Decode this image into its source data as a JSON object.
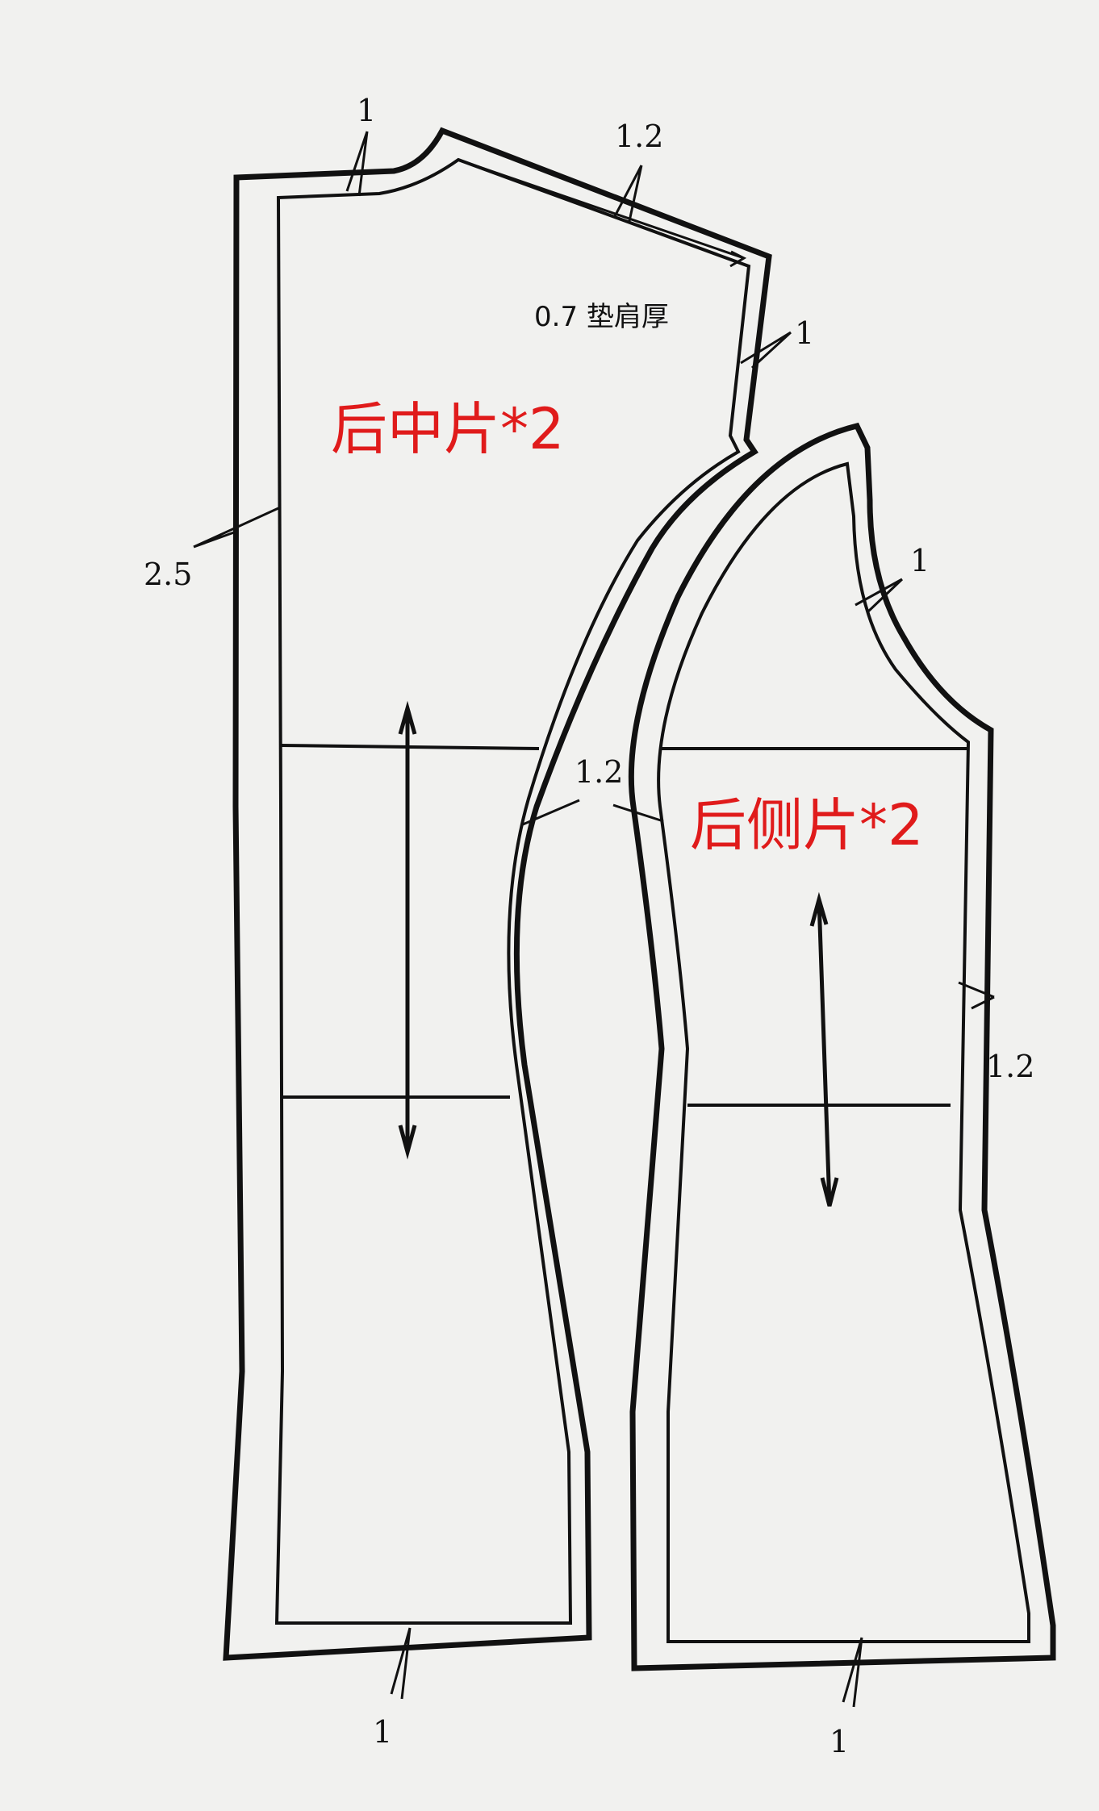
{
  "colors": {
    "paper": "#f1f1ef",
    "line": "#111111",
    "label": "#e01b1b"
  },
  "pieces": {
    "back_center": {
      "label": "后中片*2"
    },
    "back_side": {
      "label": "后侧片*2"
    }
  },
  "annotations": {
    "neck_allowance": "1",
    "shoulder_allowance": "1.2",
    "shoulder_pad": "0.7 垫肩厚",
    "armhole_allowance_center": "1",
    "center_back_allowance": "2.5",
    "side_seam_allowance": "1.2",
    "armhole_allowance_side": "1",
    "side_outer_allowance": "1.2",
    "hem_center": "1",
    "hem_side": "1"
  }
}
